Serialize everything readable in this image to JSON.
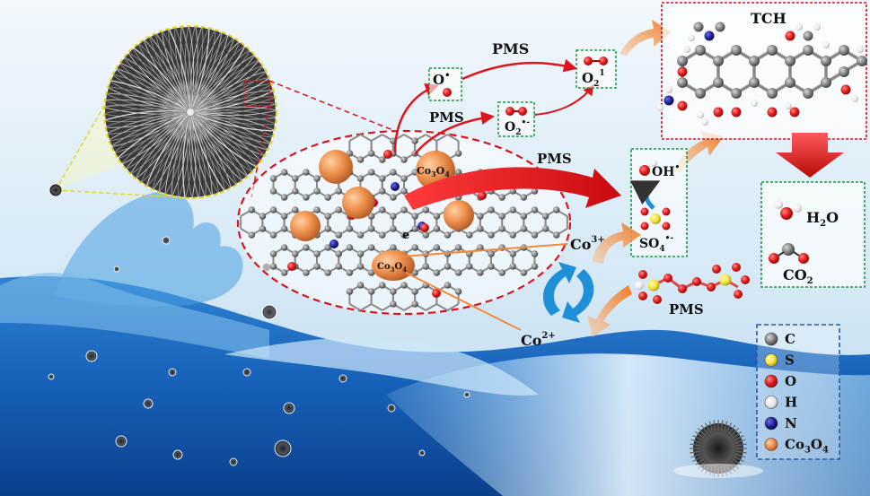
{
  "labels": {
    "pms_top": "PMS",
    "pms_mid": "PMS",
    "pms_right": "PMS",
    "pms_bottom": "PMS",
    "o_radical_base": "O",
    "o_radical_sup": "•",
    "o2_minus_base": "O",
    "o2_minus_sub": "2",
    "o2_minus_sup": "•-",
    "singlet_base": "O",
    "singlet_sub": "2",
    "singlet_sup": "1",
    "tch": "TCH",
    "oh": "OH",
    "oh_sup": "•",
    "so4_base": "SO",
    "so4_sub": "4",
    "so4_sup": "•-",
    "h2o_base": "H",
    "h2o_sub": "2",
    "h2o_tail": "O",
    "co2_base": "CO",
    "co2_sub": "2",
    "co3_base": "Co",
    "co3_sup": "3+",
    "co2p_base": "Co",
    "co2p_sup": "2+",
    "e1": "e",
    "e1_sup": "-",
    "e2": "e",
    "e2_sup": "-",
    "co3o4_particle_1": {
      "a": "Co",
      "s1": "3",
      "b": "O",
      "s2": "4"
    },
    "co3o4_particle_2": {
      "a": "Co",
      "s1": "3",
      "b": "O",
      "s2": "4"
    }
  },
  "legend": {
    "items": [
      {
        "label": "C",
        "color": "#6e6e6e"
      },
      {
        "label": "S",
        "color": "#f2e23a"
      },
      {
        "label": "O",
        "color": "#e21b1b"
      },
      {
        "label": "H",
        "color": "#f4f4f4"
      },
      {
        "label": "N",
        "color": "#1d1d8f"
      },
      {
        "label": "Co",
        "sub1": "3",
        "mid": "O",
        "sub2": "4",
        "color": "#e8945a"
      }
    ]
  },
  "colors": {
    "arrow_red": "#e0141c",
    "arrow_orange": "#f08a3c",
    "box_green": "#1f9a3a",
    "box_red": "#d9141c",
    "box_blue": "#2a5aa8",
    "ellipse": "#d9141c",
    "dashed_yellow": "#e6d42a",
    "cycle_blue": "#1f8fd8"
  }
}
